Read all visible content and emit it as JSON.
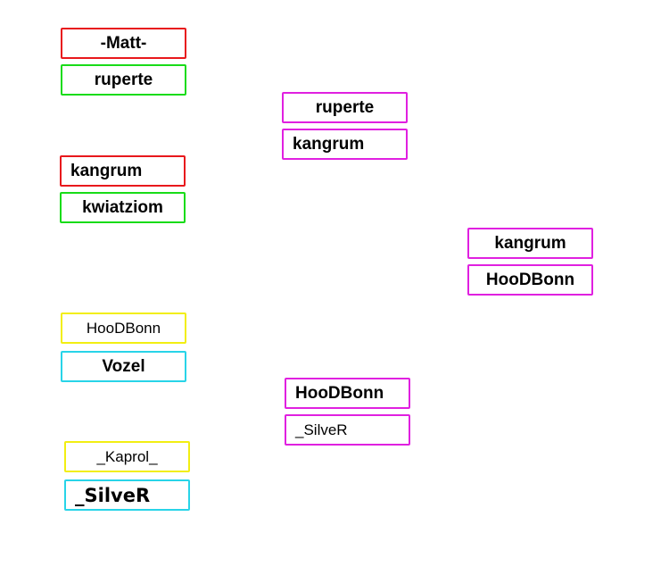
{
  "colors": {
    "red": "#e8181c",
    "green": "#18dc18",
    "yellow": "#f2ee12",
    "cyan": "#28d4e8",
    "magenta": "#e020e0"
  },
  "round1": {
    "match1": {
      "top": "-Matt-",
      "bottom": "ruperte"
    },
    "match2": {
      "top": "kangrum",
      "bottom": "kwiatziom"
    },
    "match3": {
      "top": "HooDBonn",
      "bottom": "Vozel"
    },
    "match4": {
      "top": "_Kaprol_",
      "bottom": "_SilveR"
    }
  },
  "round2": {
    "match1": {
      "top": "ruperte",
      "bottom": "kangrum"
    },
    "match2": {
      "top": "HooDBonn",
      "bottom": "_SilveR"
    }
  },
  "round3": {
    "match1": {
      "top": "kangrum",
      "bottom": "HooDBonn"
    }
  }
}
